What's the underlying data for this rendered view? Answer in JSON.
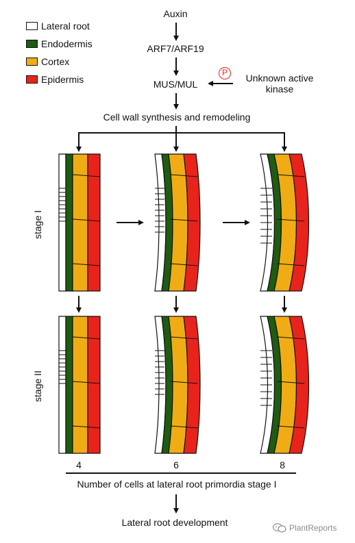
{
  "legend": [
    {
      "label": "Lateral root",
      "color": "#ffffff"
    },
    {
      "label": "Endodermis",
      "color": "#1f5c12"
    },
    {
      "label": "Cortex",
      "color": "#f0ac14"
    },
    {
      "label": "Epidermis",
      "color": "#e8231c"
    }
  ],
  "pathway": {
    "auxin": "Auxin",
    "arf": "ARF7/ARF19",
    "mus": "MUS/MUL",
    "kinase_line1": "Unknown active",
    "kinase_line2": "kinase",
    "phospho_symbol": "P",
    "cell_wall": "Cell wall synthesis and remodeling"
  },
  "stages": {
    "stage1": "stage I",
    "stage2": "stage II"
  },
  "axis": {
    "values": [
      "4",
      "6",
      "8"
    ],
    "caption": "Number of cells at lateral root primordia stage I"
  },
  "outcome": "Lateral root development",
  "watermark": "PlantReports",
  "colors": {
    "endodermis": "#1f5c12",
    "cortex": "#f0ac14",
    "epidermis": "#e8231c",
    "phospho": "#e8231c"
  }
}
